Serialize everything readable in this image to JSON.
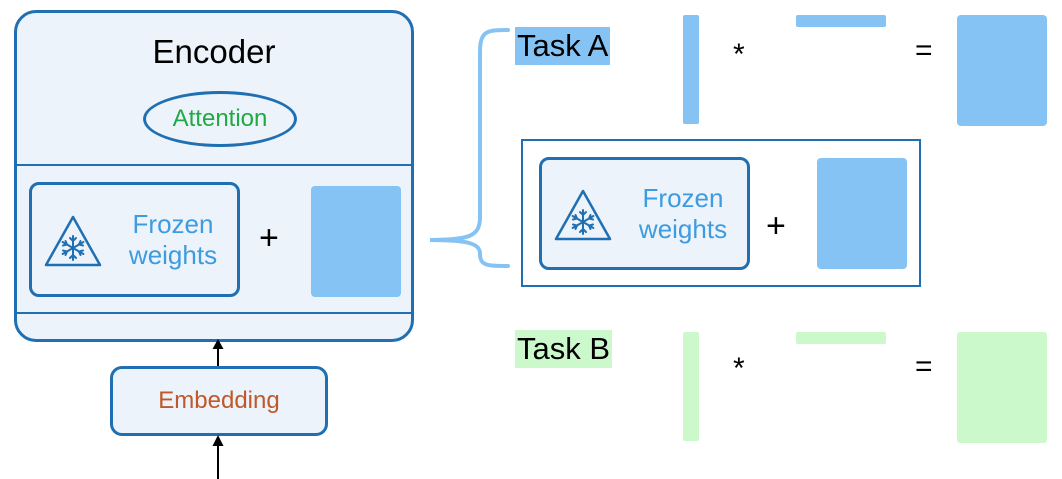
{
  "encoder": {
    "title": "Encoder",
    "attention_label": "Attention",
    "frozen_label_line1": "Frozen",
    "frozen_label_line2": "weights",
    "plus": "+"
  },
  "embedding": {
    "label": "Embedding"
  },
  "task_a": {
    "label": "Task A",
    "multiply": "*",
    "equals": "=",
    "frozen_label_line1": "Frozen",
    "frozen_label_line2": "weights",
    "plus": "+"
  },
  "task_b": {
    "label": "Task B",
    "multiply": "*",
    "equals": "="
  },
  "colors": {
    "border_blue": "#1f6fb2",
    "panel_fill": "#ecf3fa",
    "matrix_blue": "#86c3f5",
    "matrix_green": "#ccf9cc",
    "attention_text": "#1faa44",
    "frozen_text": "#3d9be0",
    "embedding_text": "#c0582a",
    "brace_color": "#86c3f5"
  },
  "icons": [
    "snowflake-warning-icon",
    "arrow-up-icon",
    "curly-brace-icon"
  ]
}
